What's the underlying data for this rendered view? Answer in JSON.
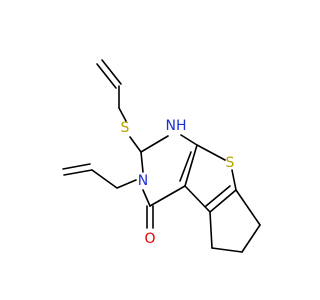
{
  "atoms": {
    "s_thioether": {
      "label": "S"
    },
    "nh": {
      "label": "NH"
    },
    "s_thiophene": {
      "label": "S"
    },
    "n_ring": {
      "label": "N"
    },
    "o_carbonyl": {
      "label": "O"
    }
  },
  "colors": {
    "bond": "#000000",
    "sulfur": "#b8a100",
    "nitrogen": "#1f2fd6",
    "oxygen": "#e00000"
  }
}
